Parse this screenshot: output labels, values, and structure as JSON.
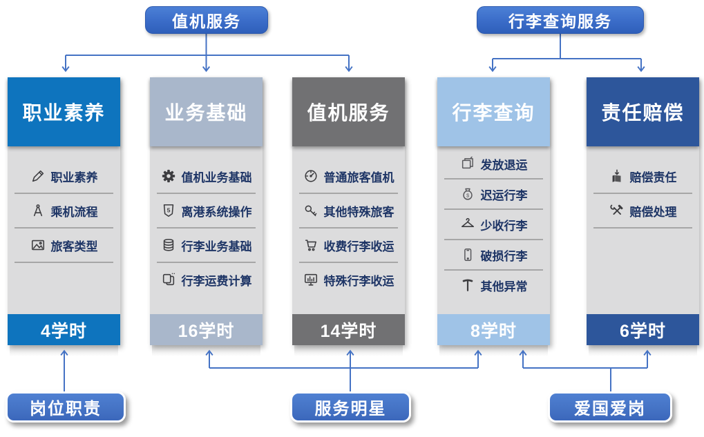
{
  "colors": {
    "connector_blue": "#4472C4",
    "node_button_blue": "#4472C4",
    "column_themes": [
      "#0E74BE",
      "#A9B7CB",
      "#717173",
      "#9FC3E7",
      "#2D569B"
    ],
    "body_gray": "#DCDCDD",
    "item_text_navy": "#1E3566",
    "divider_gray": "#A6A6A6",
    "icon_gray": "#56565A"
  },
  "top_nodes": [
    {
      "id": "checkin-service",
      "label": "值机服务"
    },
    {
      "id": "baggage-inquiry-service",
      "label": "行李查询服务"
    }
  ],
  "columns": [
    {
      "id": "professional-quality",
      "title": "职业素养",
      "hours": "4学时",
      "theme": "#0E74BE",
      "divider_after_last": true,
      "items": [
        {
          "icon": "pencil-icon",
          "label": "职业素养"
        },
        {
          "icon": "drafting-compass-icon",
          "label": "乘机流程"
        },
        {
          "icon": "picture-icon",
          "label": "旅客类型"
        }
      ]
    },
    {
      "id": "business-basics",
      "title": "业务基础",
      "hours": "16学时",
      "theme": "#A9B7CB",
      "divider_after_last": false,
      "items": [
        {
          "icon": "gear-icon",
          "label": "值机业务基础"
        },
        {
          "icon": "shield-5-icon",
          "label": "离港系统操作"
        },
        {
          "icon": "database-icon",
          "label": "行李业务基础"
        },
        {
          "icon": "pages-icon",
          "label": "行李运费计算"
        }
      ]
    },
    {
      "id": "checkin-service",
      "title": "值机服务",
      "hours": "14学时",
      "theme": "#717173",
      "divider_after_last": false,
      "items": [
        {
          "icon": "gauge-icon",
          "label": "普通旅客值机"
        },
        {
          "icon": "key-icon",
          "label": "其他特殊旅客"
        },
        {
          "icon": "cart-icon",
          "label": "收费行李收运"
        },
        {
          "icon": "monitor-chart-icon",
          "label": "特殊行李收运"
        }
      ]
    },
    {
      "id": "baggage-inquiry",
      "title": "行李查询",
      "hours": "8学时",
      "theme": "#9FC3E7",
      "divider_after_last": false,
      "items": [
        {
          "icon": "sticky-notes-icon",
          "label": "发放退运"
        },
        {
          "icon": "money-bag-icon",
          "label": "迟运行李"
        },
        {
          "icon": "hanger-icon",
          "label": "少收行李"
        },
        {
          "icon": "phone-icon",
          "label": "破损行李"
        },
        {
          "icon": "hammer-icon",
          "label": "其他异常"
        }
      ]
    },
    {
      "id": "liability-compensation",
      "title": "责任赔偿",
      "hours": "6学时",
      "theme": "#2D569B",
      "divider_after_last": true,
      "items": [
        {
          "icon": "box-download-icon",
          "label": "赔偿责任"
        },
        {
          "icon": "tools-icon",
          "label": "赔偿处理"
        }
      ]
    }
  ],
  "bottom_nodes": [
    {
      "id": "job-duties",
      "label": "岗位职责"
    },
    {
      "id": "service-star",
      "label": "服务明星"
    },
    {
      "id": "patriotism-dedication",
      "label": "爱国爱岗"
    }
  ]
}
